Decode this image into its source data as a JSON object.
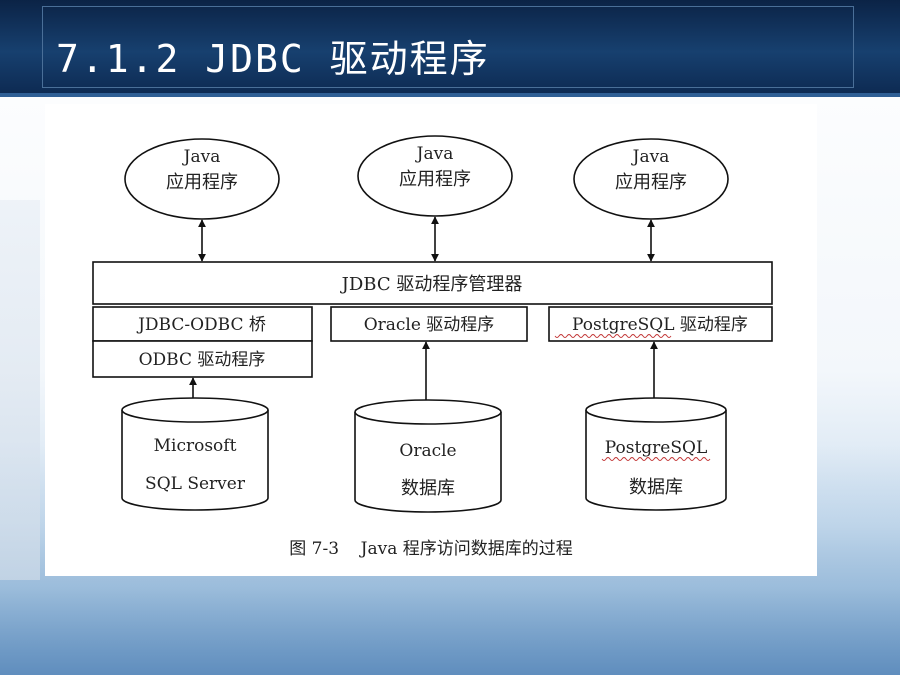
{
  "slide": {
    "title": "7.1.2 JDBC 驱动程序"
  },
  "diagram": {
    "apps": [
      {
        "line1": "Java",
        "line2": "应用程序"
      },
      {
        "line1": "Java",
        "line2": "应用程序"
      },
      {
        "line1": "Java",
        "line2": "应用程序"
      }
    ],
    "manager": "JDBC 驱动程序管理器",
    "bridge": "JDBC-ODBC 桥",
    "odbc_driver": "ODBC 驱动程序",
    "oracle_driver": "Oracle 驱动程序",
    "postgres_driver": "PostgreSQL 驱动程序",
    "databases": [
      {
        "line1": "Microsoft",
        "line2": "SQL Server"
      },
      {
        "line1": "Oracle",
        "line2": "数据库"
      },
      {
        "line1": "PostgreSQL",
        "line2": "数据库"
      }
    ],
    "caption": "图 7-3    Java 程序访问数据库的过程"
  }
}
